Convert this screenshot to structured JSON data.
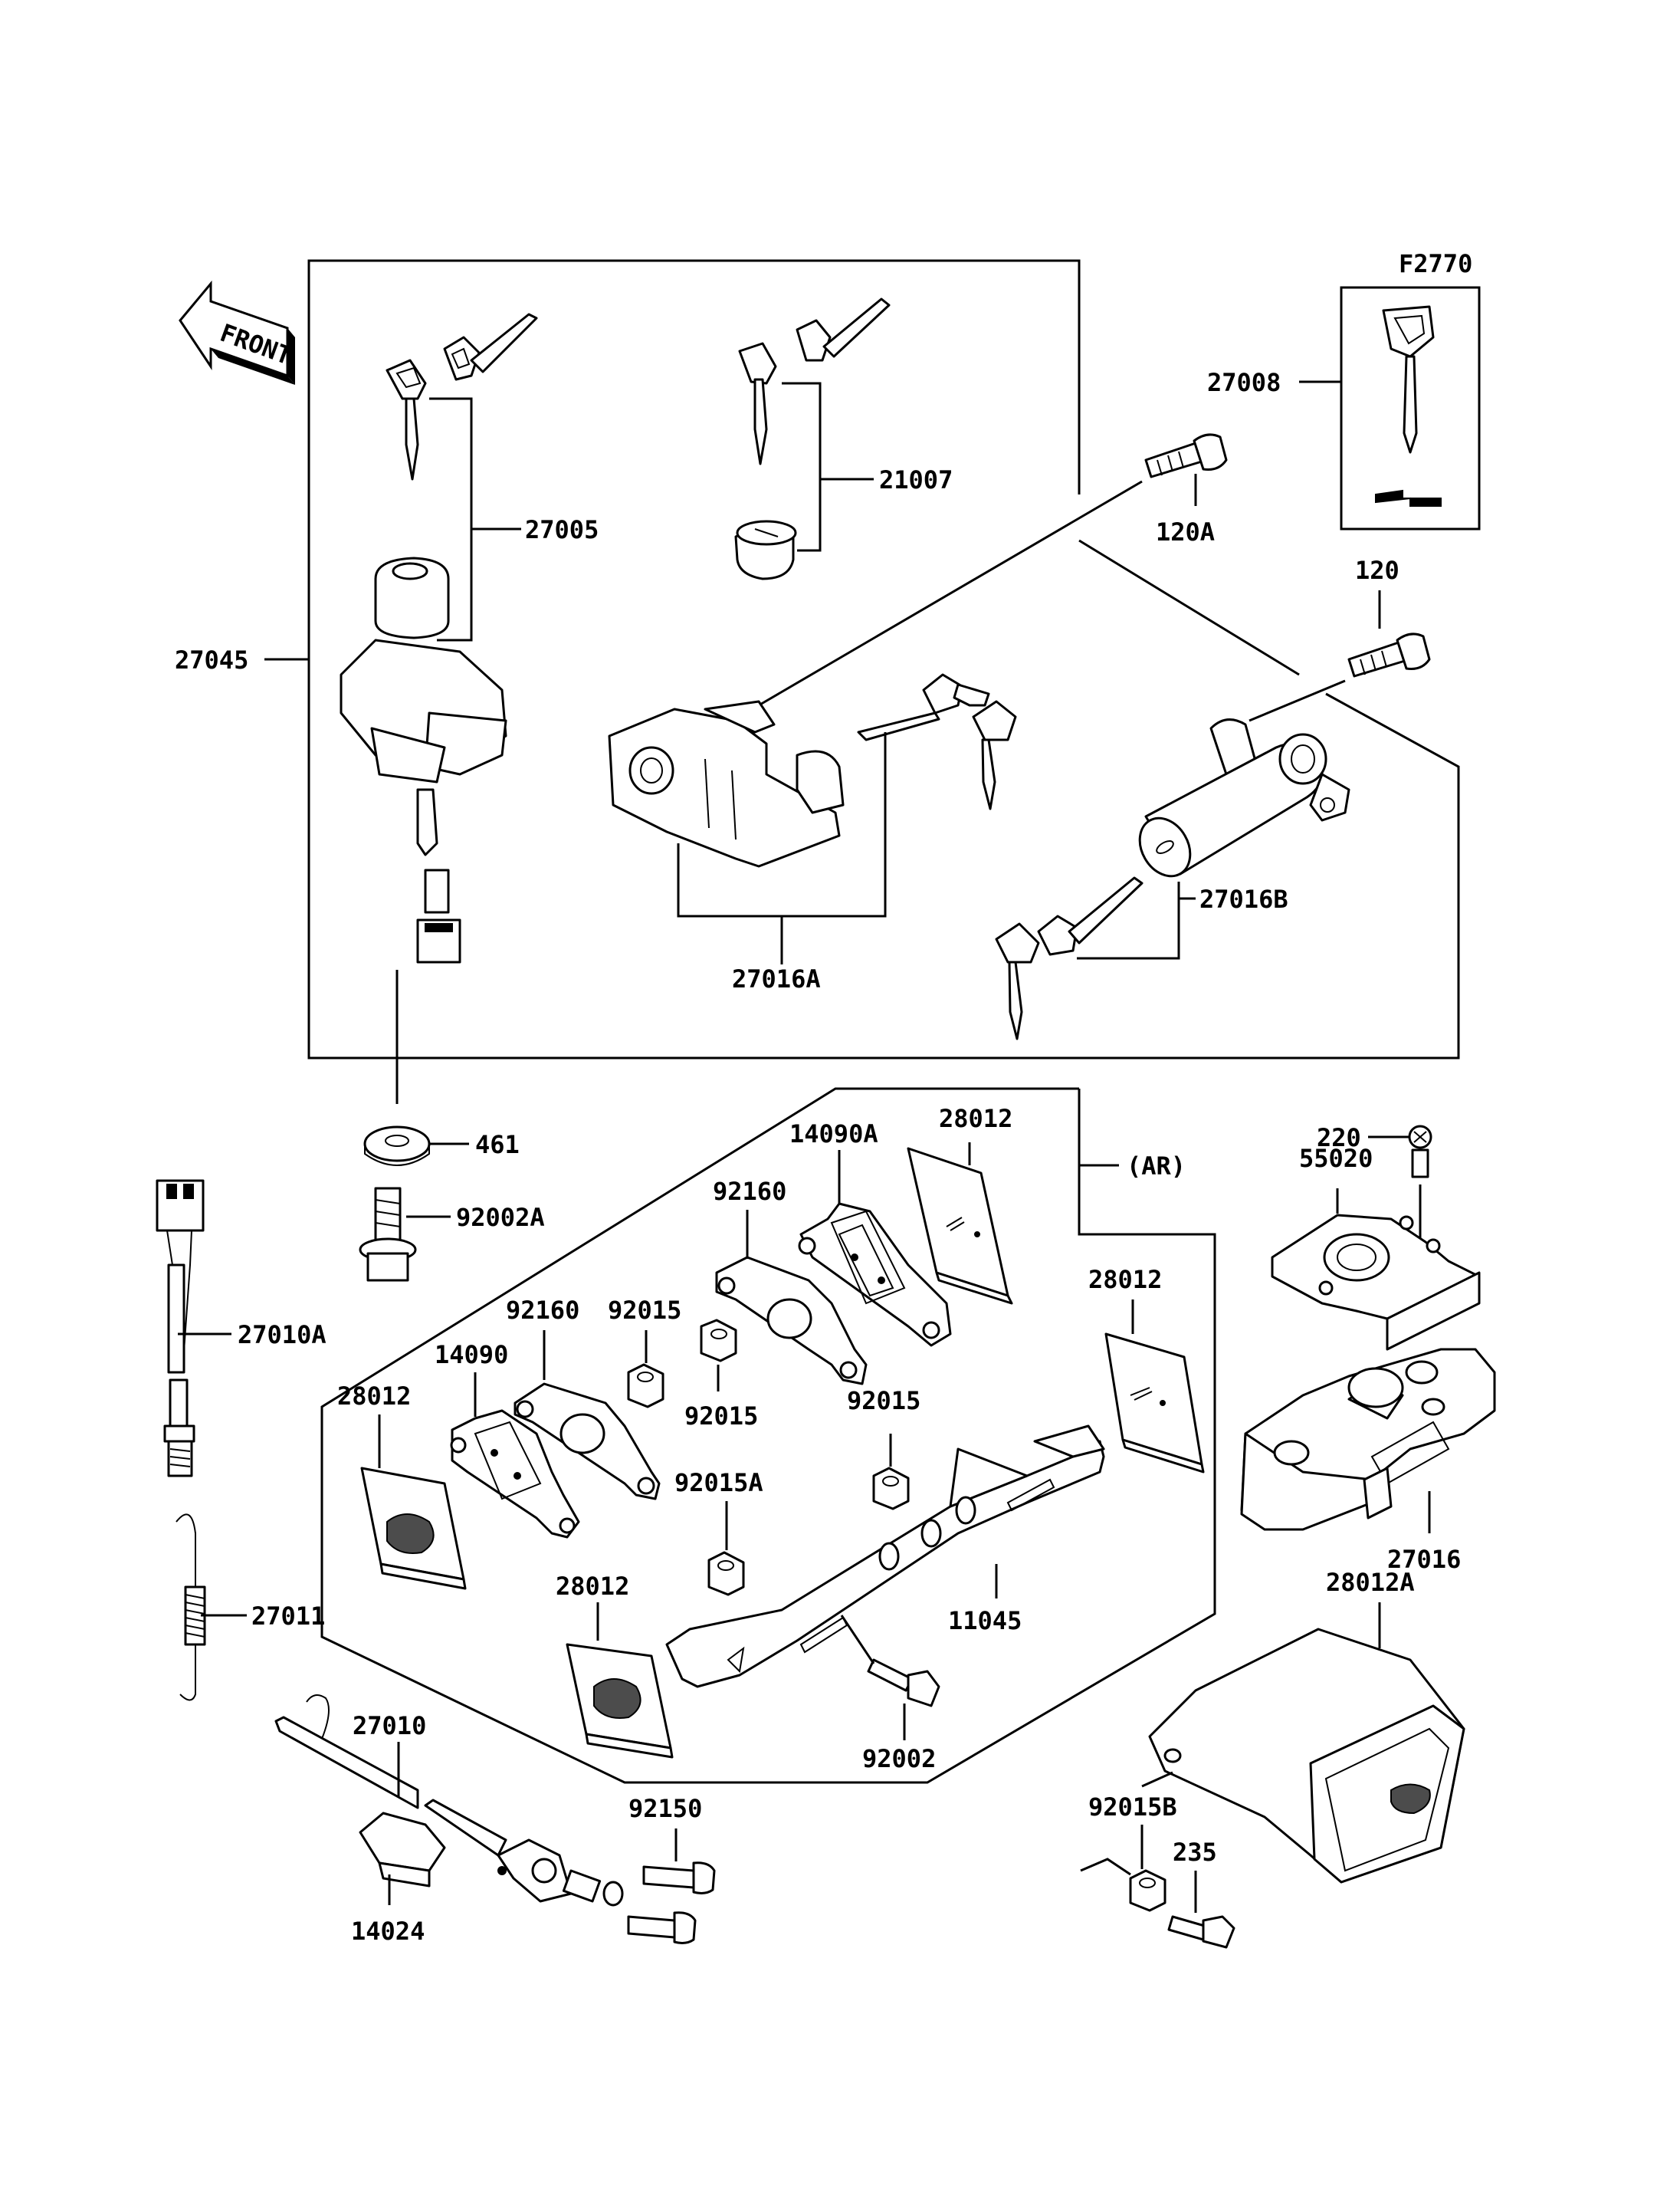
{
  "figure_code": "F2770",
  "front_label": "FRONT",
  "parts": {
    "p27045": "27045",
    "p27005": "27005",
    "p21007": "21007",
    "p120A": "120A",
    "p120": "120",
    "p27008": "27008",
    "p27016A": "27016A",
    "p27016B": "27016B",
    "p461": "461",
    "p92002A": "92002A",
    "p27010A": "27010A",
    "p27011": "27011",
    "p27010": "27010",
    "p14024": "14024",
    "p92150": "92150",
    "p14090A": "14090A",
    "p28012_a": "28012",
    "p92160_a": "92160",
    "pAR": "(AR)",
    "p28012_b": "28012",
    "p92160_b": "92160",
    "p92015_a": "92015",
    "p14090": "14090",
    "p28012_c": "28012",
    "p92015_b": "92015",
    "p92015_c": "92015",
    "p92015A": "92015A",
    "p11045": "11045",
    "p28012_d": "28012",
    "p92002": "92002",
    "p220": "220",
    "p55020": "55020",
    "p27016": "27016",
    "p28012A": "28012A",
    "p92015B": "92015B",
    "p235": "235"
  }
}
